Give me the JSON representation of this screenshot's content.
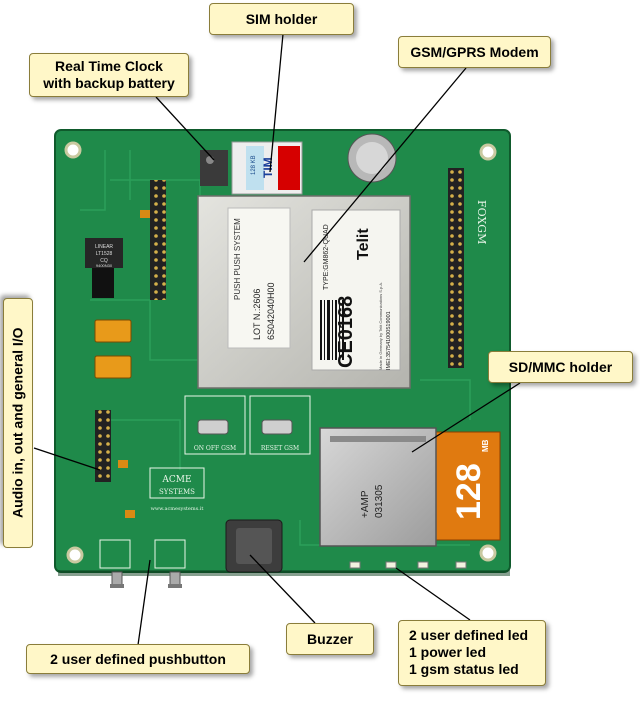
{
  "callouts": {
    "sim_holder": {
      "text": "SIM holder"
    },
    "rtc": {
      "lines": [
        "Real Time Clock",
        "with backup battery"
      ]
    },
    "gsm_modem": {
      "text": "GSM/GPRS Modem"
    },
    "sd_holder": {
      "text": "SD/MMC holder"
    },
    "audio_io": {
      "text": "Audio in, out and general I/O"
    },
    "pushbutton": {
      "text": "2 user defined pushbutton"
    },
    "buzzer": {
      "text": "Buzzer"
    },
    "leds": {
      "lines": [
        "2 user defined led",
        "1 power led",
        "1 gsm status led"
      ]
    }
  },
  "board": {
    "silk_name": "FOXGM",
    "acme_lines": [
      "ACME",
      "SYSTEMS"
    ],
    "acme_url": "www.acmesystems.it",
    "on_off_label": "ON OFF GSM",
    "reset_label": "RESET GSM",
    "lot_lines": [
      "LOT N.:2606",
      "6S042040H00"
    ],
    "push_push": "PUSH PUSH SYSTEM",
    "ce_mark": "CE0168",
    "telit": "Telit",
    "model": "TYPE:GM862-QUAD",
    "imei": "IMEI:357541000519001",
    "made_in": "Made in Germany by Telit Communications S.p.A.",
    "amp_lines": [
      "+AMP",
      "031305"
    ],
    "sd_capacity": "128",
    "sd_unit": "MB",
    "sim_tag": "128 KB",
    "sim_brand": "TIM",
    "chip_lines": [
      "LINEAR",
      "LT1528",
      "CQ",
      "9400N30"
    ]
  },
  "colors": {
    "pcb": "#1f8a4a",
    "callout_bg": "#fff7c8",
    "modem_metal": "#c9c9c4",
    "sd_card": "#e07a10"
  }
}
